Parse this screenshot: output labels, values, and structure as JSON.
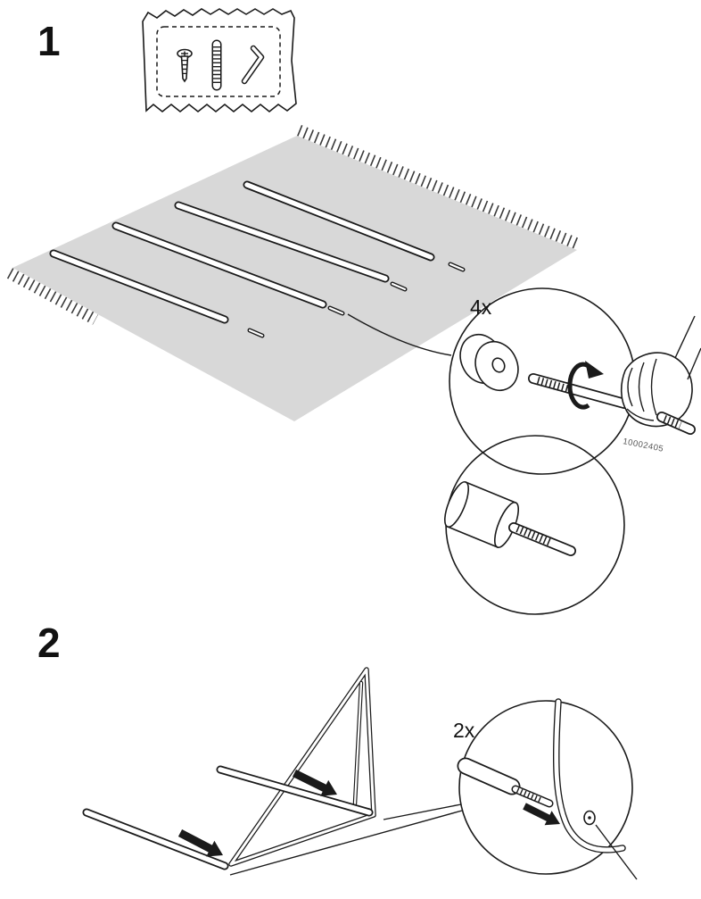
{
  "document": {
    "title": "assembly-instructions-page",
    "background_color": "#ffffff",
    "line_color": "#1a1a1a",
    "rug_color": "#d8d8d8"
  },
  "steps": [
    {
      "number": "1",
      "callout": {
        "quantity_label": "4x",
        "part_number": "10002405"
      },
      "parts_bag": {
        "items": [
          "countersunk-screw",
          "double-ended-threaded-stud",
          "allen-key"
        ]
      },
      "rods_on_rug": 4
    },
    {
      "number": "2",
      "callout": {
        "quantity_label": "2x"
      },
      "rods_inserted": 2
    }
  ]
}
